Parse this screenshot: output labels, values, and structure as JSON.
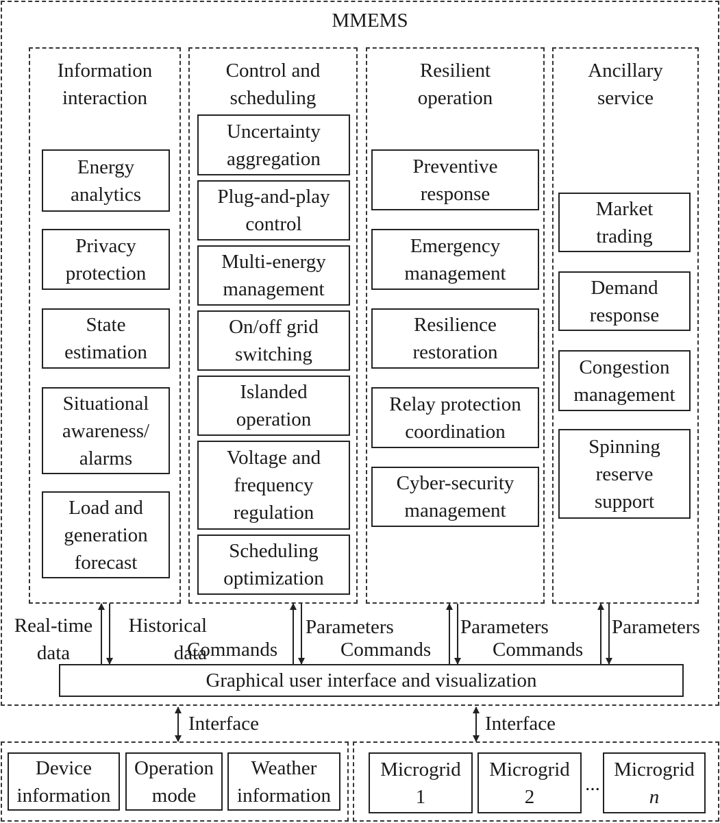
{
  "system": {
    "title": "MMEMS"
  },
  "columns": {
    "info": {
      "title": "Information\ninteraction",
      "items": [
        "Energy\nanalytics",
        "Privacy\nprotection",
        "State\nestimation",
        "Situational\nawareness/\nalarms",
        "Load and\ngeneration\nforecast"
      ]
    },
    "control": {
      "title": "Control and\nscheduling",
      "items": [
        "Uncertainty\naggregation",
        "Plug-and-play\ncontrol",
        "Multi-energy\nmanagement",
        "On/off grid\nswitching",
        "Islanded\noperation",
        "Voltage and\nfrequency\nregulation",
        "Scheduling\noptimization"
      ]
    },
    "resilient": {
      "title": "Resilient\noperation",
      "items": [
        "Preventive\nresponse",
        "Emergency\nmanagement",
        "Resilience\nrestoration",
        "Relay protection\ncoordination",
        "Cyber-security\nmanagement"
      ]
    },
    "ancillary": {
      "title": "Ancillary\nservice",
      "items": [
        "Market\ntrading",
        "Demand\nresponse",
        "Congestion\nmanagement",
        "Spinning\nreserve\nsupport"
      ]
    }
  },
  "flows": {
    "realtime": "Real-time\ndata",
    "historical": "Historical\ndata",
    "commands": "Commands",
    "parameters": "Parameters"
  },
  "gui": {
    "label": "Graphical user interface and visualization"
  },
  "interface_label": "Interface",
  "bottom_left": {
    "items": [
      "Device\ninformation",
      "Operation\nmode",
      "Weather\ninformation"
    ]
  },
  "bottom_right": {
    "microgrid_label": "Microgrid",
    "indices": [
      "1",
      "2",
      "n"
    ],
    "ellipsis": "..."
  }
}
